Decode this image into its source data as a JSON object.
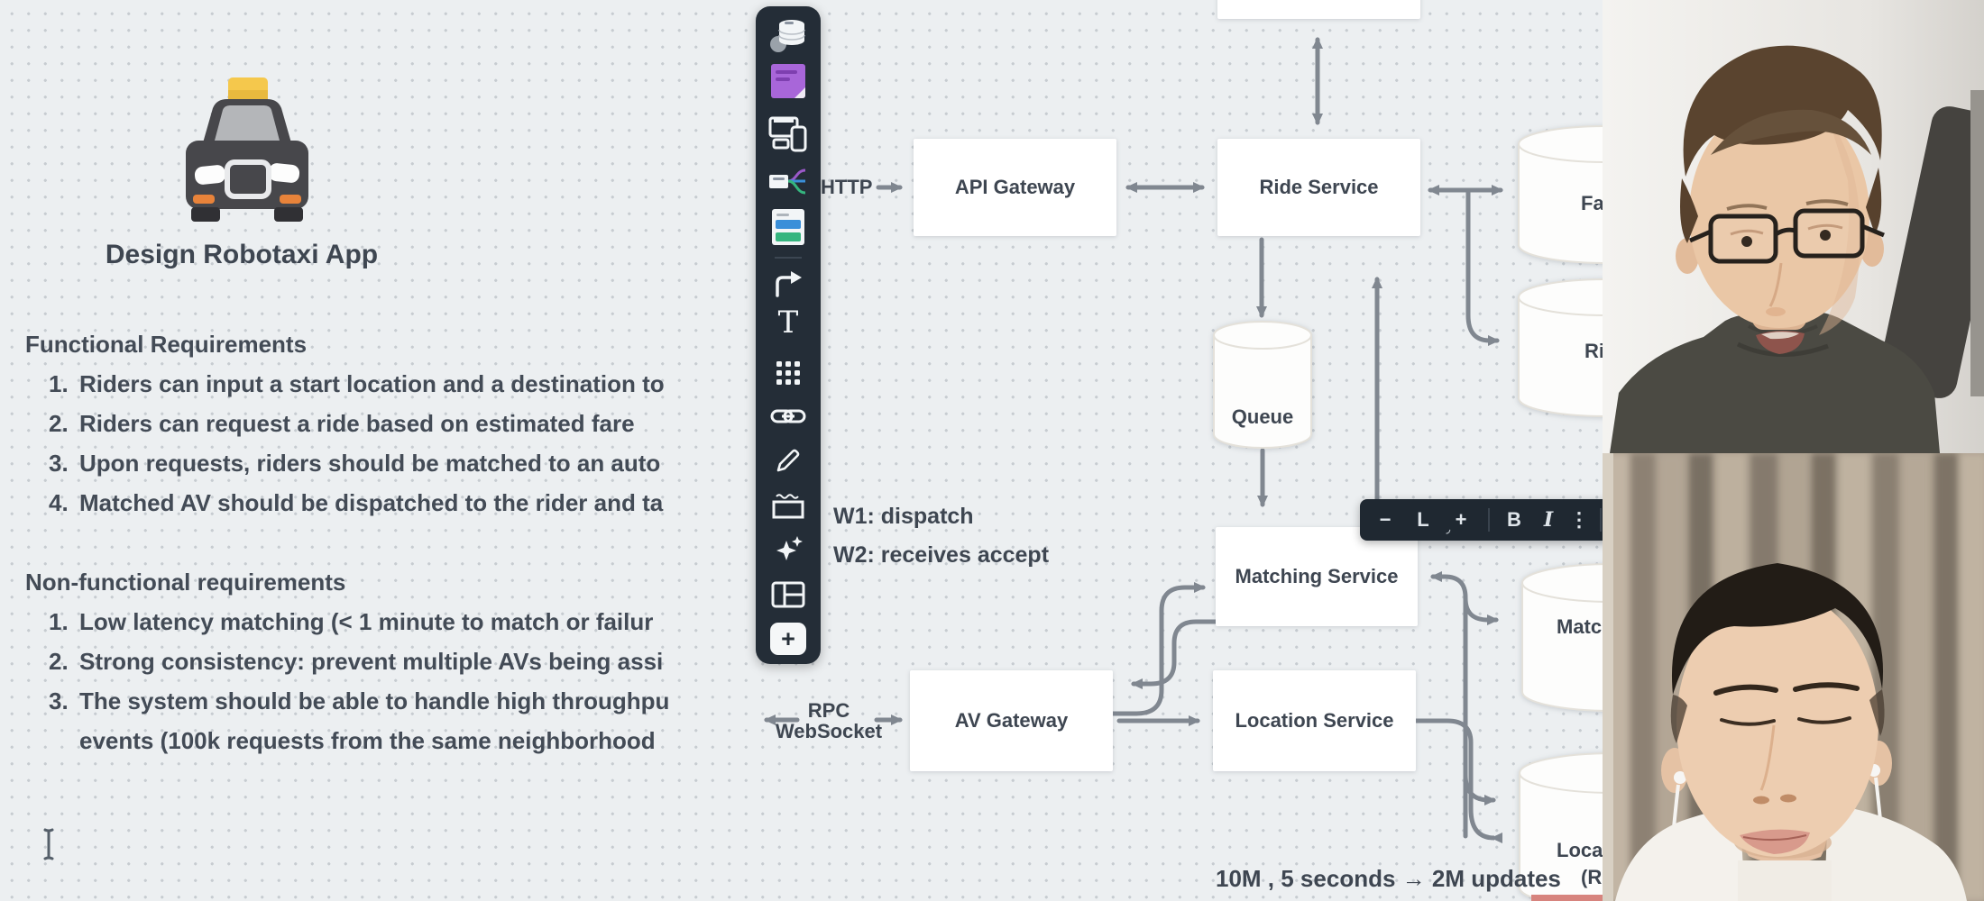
{
  "canvas": {
    "title": "Design Robotaxi App",
    "functional": {
      "heading": "Functional Requirements",
      "items": [
        {
          "num": "1.",
          "text": "Riders can input a start location and a destination to"
        },
        {
          "num": "2.",
          "text": "Riders can request a ride based on estimated fare"
        },
        {
          "num": "3.",
          "text": "Upon requests, riders should be matched to an auto"
        },
        {
          "num": "4.",
          "text": "Matched AV should be dispatched to the rider and ta"
        }
      ]
    },
    "nonfunctional": {
      "heading": "Non-functional requirements",
      "items": [
        {
          "num": "1.",
          "text": "Low latency matching (< 1 minute to match or failur"
        },
        {
          "num": "2.",
          "text": "Strong consistency: prevent multiple AVs being assi"
        },
        {
          "num": "3.",
          "text": "The system should be able to handle high throughpu"
        },
        {
          "num": "",
          "text": "events (100k requests from the same neighborhood"
        }
      ]
    },
    "diagram": {
      "http_label": "HTTP",
      "rpc_label_line1": "RPC",
      "rpc_label_line2": "WebSocket",
      "w1_label": "W1: dispatch",
      "w2_label": "W2: receives accept",
      "throughput_note": "10M , 5 seconds → 2M updates",
      "nodes": {
        "api_gateway": "API Gateway",
        "ride_service": "Ride Service",
        "queue": "Queue",
        "matching_service": "Matching Service",
        "av_gateway": "AV Gateway",
        "location_service": "Location Service",
        "fare_db": "Fa",
        "ride_db": "Ri",
        "match_db": "Match",
        "location_db_line1": "Locat",
        "location_db_line2": "(R"
      }
    }
  },
  "toolbar": {
    "icons": [
      "database-template",
      "sticky-note",
      "devices",
      "mindmap",
      "kanban-card",
      "connector-arrow",
      "text",
      "shapes-grid",
      "link",
      "pencil",
      "frame",
      "ai-sparkles",
      "layout",
      "add"
    ]
  },
  "format_toolbar": {
    "decrease": "−",
    "size": "L",
    "increase": "+",
    "bold": "B",
    "italic": "I",
    "more": "⋮"
  },
  "colors": {
    "canvas_bg": "#eceff1",
    "toolbar_bg": "#242d37",
    "arrow": "#808790",
    "node_text": "#3e4651",
    "sticky_note": "#a866d9",
    "accent_blue": "#3a8fd9",
    "accent_green": "#35b57f",
    "accent_purple": "#9b59c9"
  }
}
